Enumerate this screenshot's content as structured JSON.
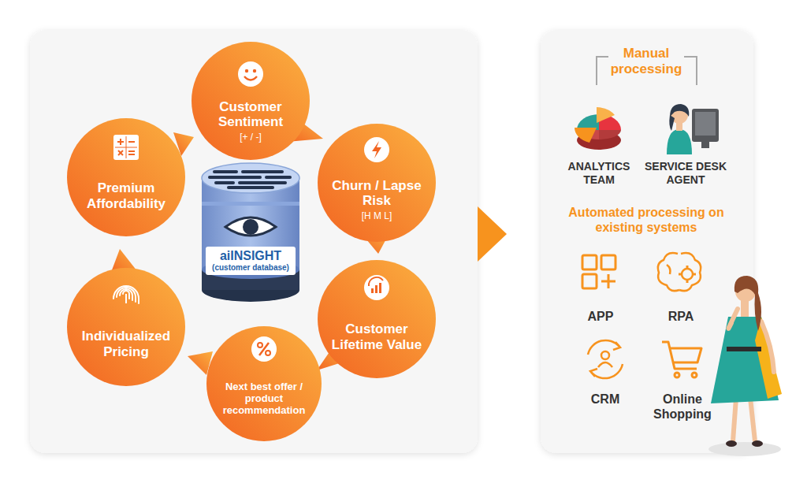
{
  "diagram": {
    "nodes": [
      {
        "text": [
          "aiINSIGHT",
          "(customer database)"
        ]
      },
      {
        "text": [
          "Customer Sentiment",
          "[+ / -]"
        ]
      },
      {
        "text": [
          "Churn / Lapse Risk",
          "[H M L]"
        ]
      },
      {
        "text": [
          "Customer Lifetime Value"
        ]
      },
      {
        "text": [
          "Next best offer / product recommendation"
        ]
      },
      {
        "text": [
          "Individualized Pricing"
        ]
      },
      {
        "text": [
          "Premium Affordability"
        ]
      }
    ],
    "labels": [
      "Manual processing",
      "ANALYTICS TEAM",
      "SERVICE DESK AGENT",
      "Automated processing on existing systems",
      "APP",
      "RPA",
      "CRM",
      "Online Shopping"
    ]
  }
}
